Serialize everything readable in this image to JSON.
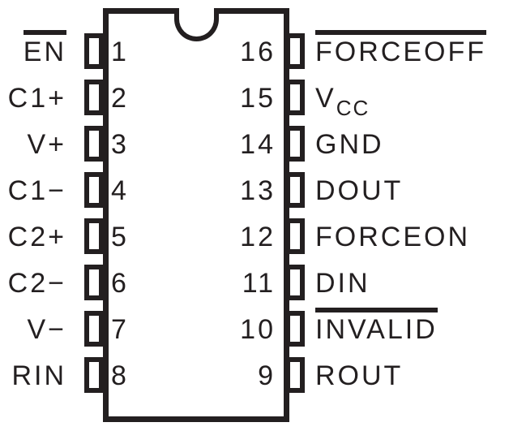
{
  "diagram": {
    "type": "ic-pinout",
    "package_pin_count": 16,
    "colors": {
      "ink": "#231f20",
      "background": "#ffffff"
    }
  },
  "pins": {
    "left": [
      {
        "number": "1",
        "label": "EN",
        "overline": true
      },
      {
        "number": "2",
        "label": "C1+",
        "overline": false
      },
      {
        "number": "3",
        "label": "V+",
        "overline": false
      },
      {
        "number": "4",
        "label": "C1−",
        "overline": false
      },
      {
        "number": "5",
        "label": "C2+",
        "overline": false
      },
      {
        "number": "6",
        "label": "C2−",
        "overline": false
      },
      {
        "number": "7",
        "label": "V−",
        "overline": false
      },
      {
        "number": "8",
        "label": "RIN",
        "overline": false
      }
    ],
    "right": [
      {
        "number": "16",
        "label": "FORCEOFF",
        "overline": true
      },
      {
        "number": "15",
        "label": "V",
        "label_sub": "CC",
        "overline": false
      },
      {
        "number": "14",
        "label": "GND",
        "overline": false
      },
      {
        "number": "13",
        "label": "DOUT",
        "overline": false
      },
      {
        "number": "12",
        "label": "FORCEON",
        "overline": false
      },
      {
        "number": "11",
        "label": "DIN",
        "overline": false
      },
      {
        "number": "10",
        "label": "INVALID",
        "overline": true
      },
      {
        "number": "9",
        "label": "ROUT",
        "overline": false
      }
    ]
  }
}
